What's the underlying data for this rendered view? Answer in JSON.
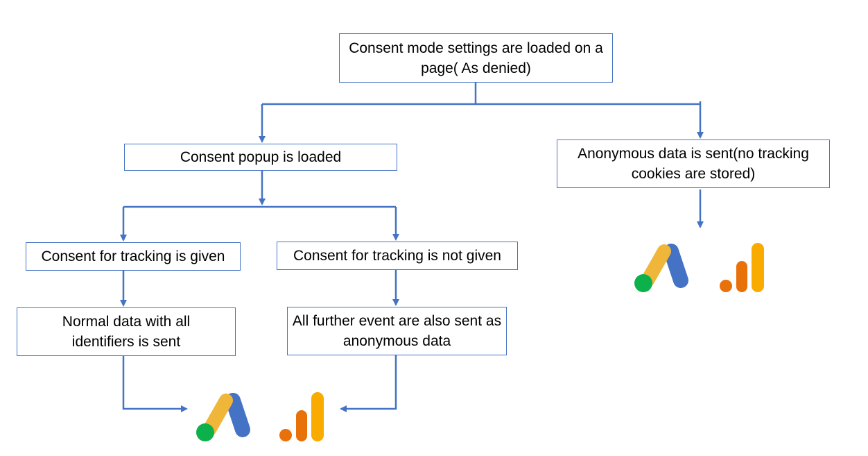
{
  "nodes": {
    "root": "Consent mode settings are loaded on a page( As denied)",
    "popup": "Consent popup is loaded",
    "anonymous": "Anonymous data is sent(no tracking cookies are stored)",
    "given": "Consent for tracking is given",
    "not_given": "Consent for tracking is not given",
    "normal_data": "Normal data with all identifiers is sent",
    "further_events": "All further event are also sent as anonymous data"
  },
  "colors": {
    "connector": "#4472C4",
    "box_border": "#4472C4",
    "ads_blue": "#4285F4",
    "ads_yellow": "#FBBC04",
    "ads_green": "#34A853",
    "analytics_orange": "#E8710A",
    "analytics_yellow": "#F9AB00"
  },
  "logos": {
    "right": [
      "google-ads-icon",
      "google-analytics-icon"
    ],
    "bottom": [
      "google-ads-icon",
      "google-analytics-icon"
    ]
  }
}
